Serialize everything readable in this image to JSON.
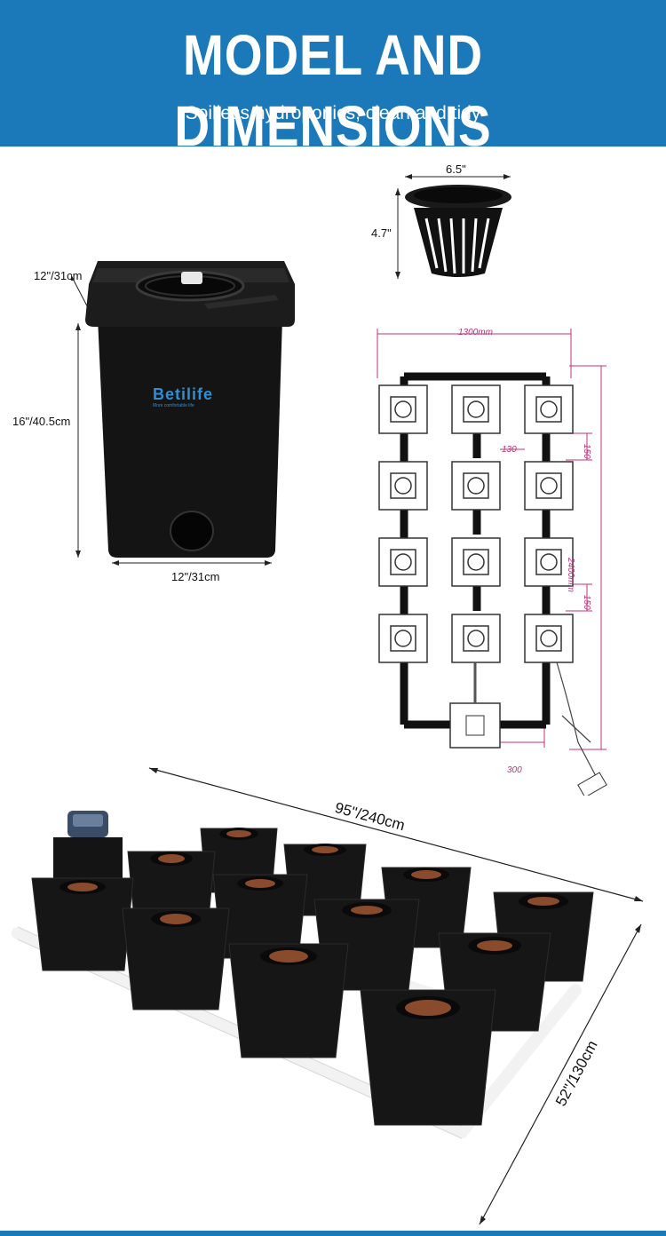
{
  "header": {
    "title": "MODEL AND DIMENSIONS",
    "subtitle": "Soilless hydroponics, clean and tidy"
  },
  "bucket": {
    "brand": "Betilife",
    "tagline": "More comfortable life",
    "top_width": "12\"/31cm",
    "height": "16\"/40.5cm",
    "bottom_width": "12\"/31cm"
  },
  "net_pot": {
    "width": "6.5\"",
    "height": "4.7\""
  },
  "diagram": {
    "total_width": "1300mm",
    "total_length": "2400mm",
    "gap_horizontal": "130",
    "gap_vertical_top": "150",
    "gap_vertical_bottom": "150",
    "controller_offset": "300"
  },
  "system": {
    "length": "95\"/240cm",
    "width": "52\"/130cm"
  },
  "colors": {
    "header_bg": "#1b78b9",
    "dimension_pink": "#c0307a"
  }
}
